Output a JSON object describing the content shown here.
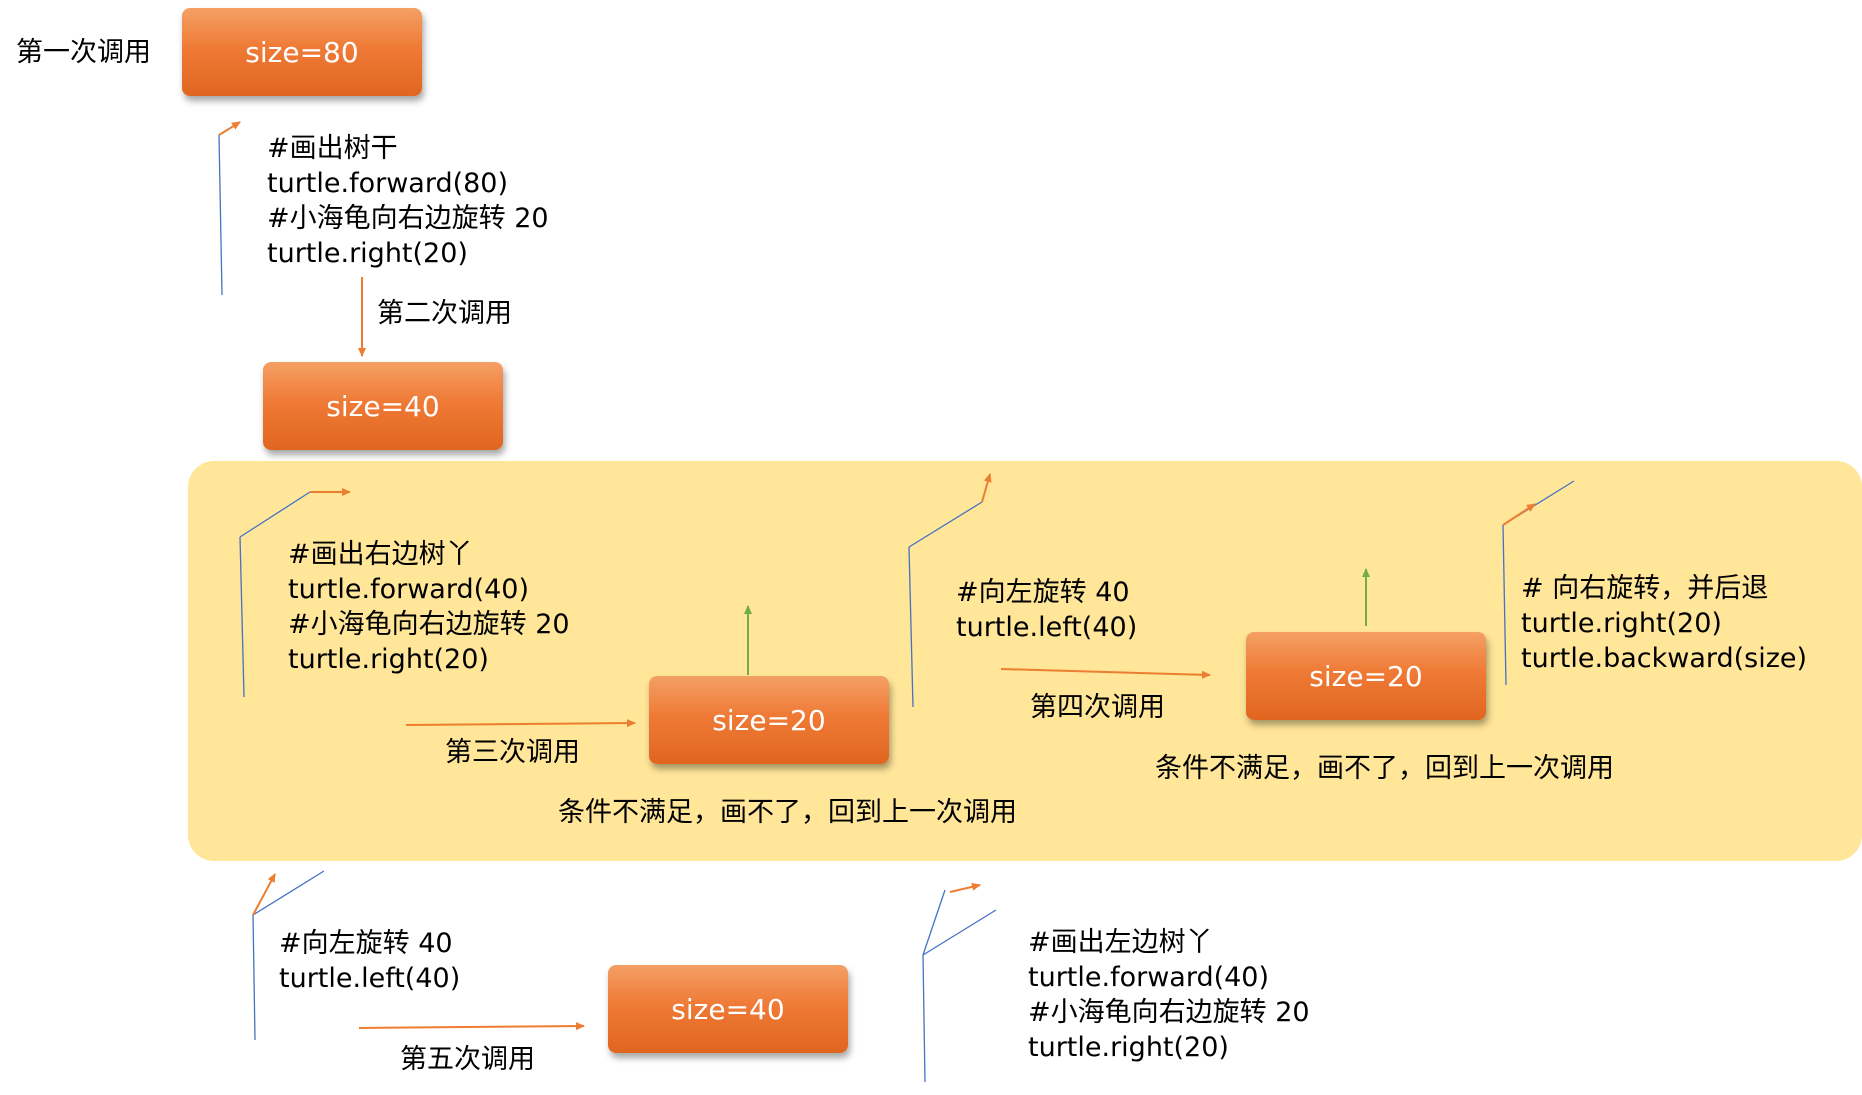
{
  "colors": {
    "panel": "#ffe699",
    "box_orange": "#ef7a36",
    "arrow_orange": "#ed7d31",
    "arrow_green": "#70ad47",
    "turtle_line_blue": "#4472c4"
  },
  "boxes": {
    "size80": "size=80",
    "size40_top": "size=40",
    "size20_left": "size=20",
    "size20_right": "size=20",
    "size40_bottom": "size=40"
  },
  "calls": {
    "first": "第一次调用",
    "second": "第二次调用",
    "third": "第三次调用",
    "fourth": "第四次调用",
    "fifth": "第五次调用"
  },
  "code": {
    "trunk": [
      "#画出树干",
      "turtle.forward(80)",
      "#小海龟向右边旋转 20",
      "turtle.right(20)"
    ],
    "right_branch": [
      "#画出右边树丫",
      "turtle.forward(40)",
      "#小海龟向右边旋转 20",
      "turtle.right(20)"
    ],
    "turn_left_mid": [
      "#向左旋转 40",
      "turtle.left(40)"
    ],
    "turn_right_back": [
      "# 向右旋转，并后退",
      "turtle.right(20)",
      "turtle.backward(size)"
    ],
    "turn_left_bottom": [
      "#向左旋转 40",
      "turtle.left(40)"
    ],
    "left_branch": [
      "#画出左边树丫",
      "turtle.forward(40)",
      "#小海龟向右边旋转 20",
      "turtle.right(20)"
    ]
  },
  "notes": {
    "cond_left": "条件不满足，画不了，回到上一次调用",
    "cond_right": "条件不满足，画不了，回到上一次调用"
  }
}
